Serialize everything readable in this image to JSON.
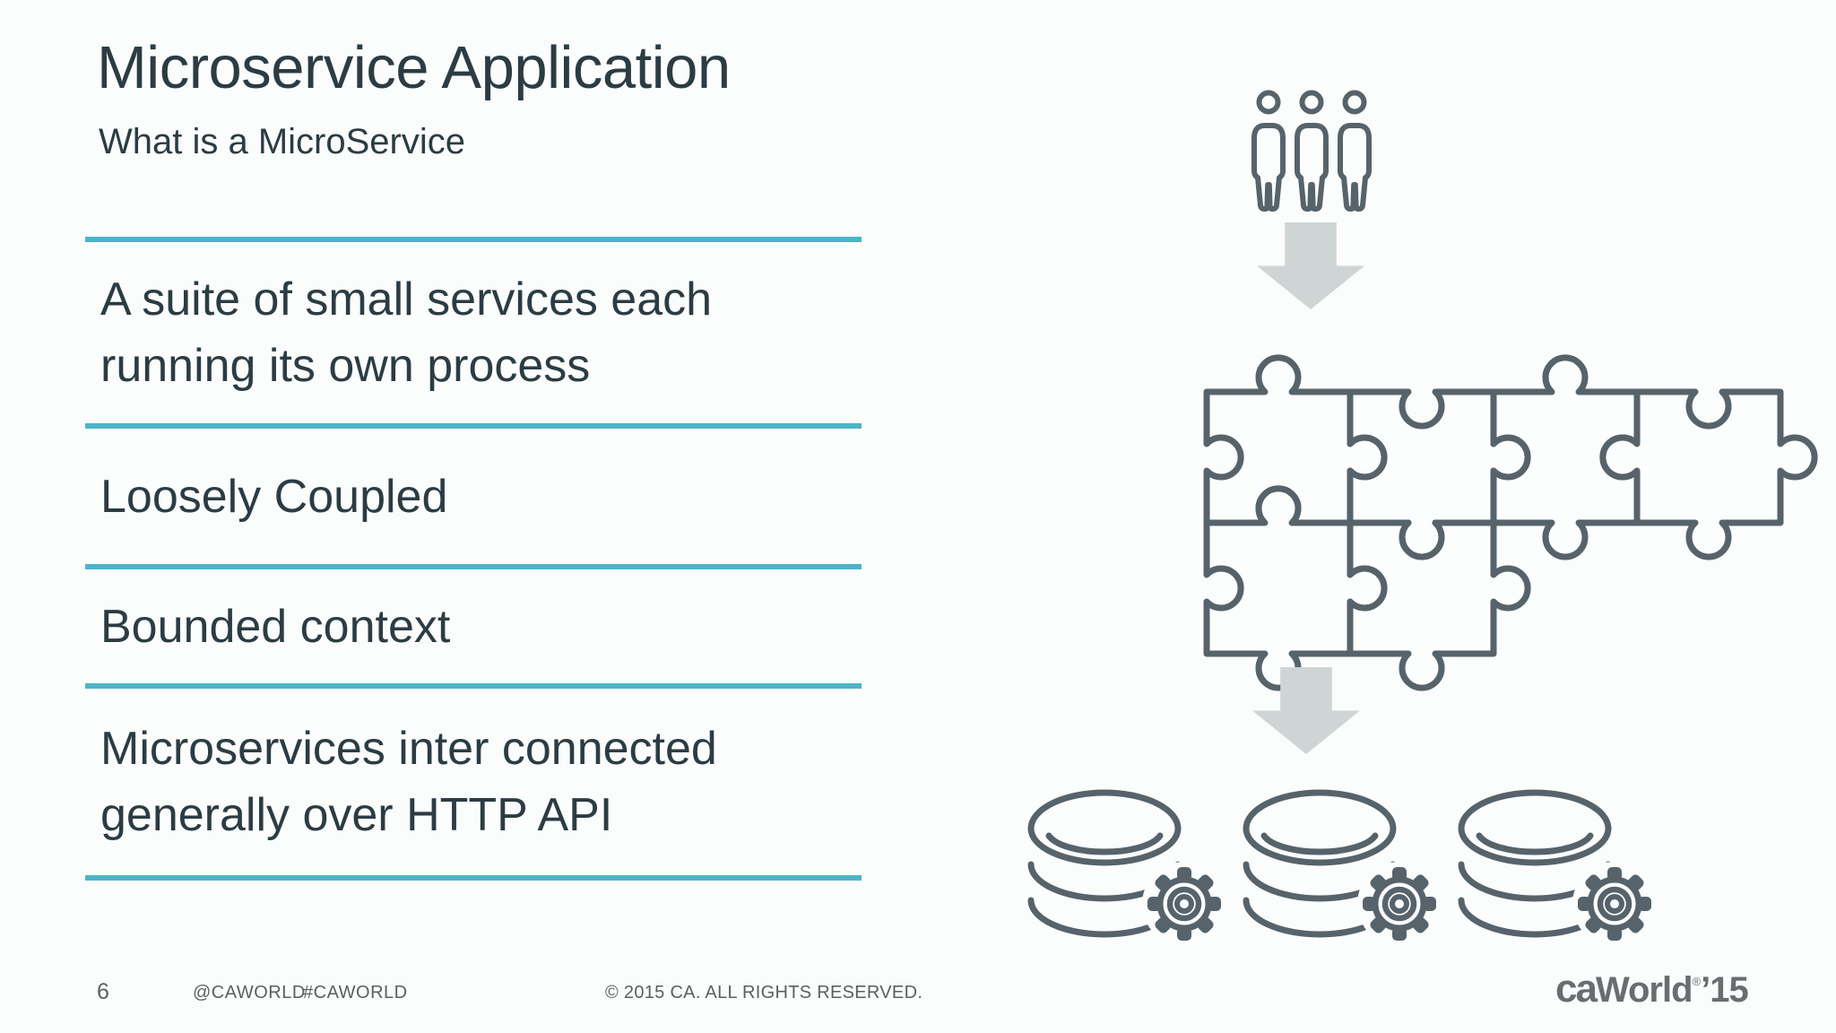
{
  "slide": {
    "title": "Microservice Application",
    "subtitle": "What is a MicroService",
    "bullets": [
      "A suite of small services each running its own process",
      "Loosely Coupled",
      "Bounded context",
      "Microservices inter connected generally over HTTP API"
    ],
    "footer": {
      "page_number": "6",
      "handle": "@CAWORLD",
      "hashtag": "#CAWORLD",
      "copyright": "© 2015 CA. ALL RIGHTS RESERVED."
    },
    "logo": {
      "brand": "ca",
      "event": "World",
      "registered": "®",
      "year": "’15"
    },
    "diagram": {
      "flow": [
        "people-icon",
        "down-arrow-icon",
        "puzzle-pieces-icon",
        "down-arrow-icon",
        "databases-with-gears-icon"
      ],
      "people_count": 3,
      "puzzle_piece_count": 6,
      "database_count": 3
    },
    "colors": {
      "accent_teal": "#4db4c7",
      "ink": "#2b3c43",
      "icon_gray": "#57636b",
      "arrow_gray": "#cfd4d4",
      "footer_gray": "#5a6062",
      "logo_gray": "#696d70",
      "background": "#fbfcfc"
    }
  }
}
